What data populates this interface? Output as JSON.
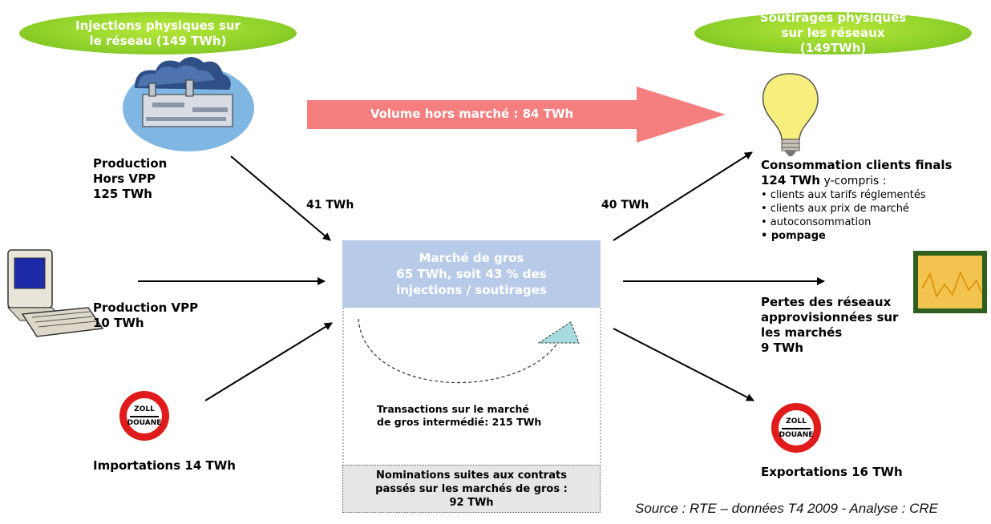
{
  "injections_pill": "Injections physiques sur le réseau (149 TWh)",
  "soutirages_pill": "Soutirages physiques sur les réseaux (149TWh)",
  "hors_marche_arrow": "Volume hors marché : 84 TWh",
  "production_hors_vpp": [
    "Production",
    "Hors VPP",
    "125 TWh"
  ],
  "production_vpp": [
    "Production VPP",
    "10 TWh"
  ],
  "importations": "Importations  14 TWh",
  "flow_in": "41 TWh",
  "flow_out": "40 TWh",
  "market": [
    "Marché de gros",
    "65 TWh, soit 43 % des",
    "injections / soutirages"
  ],
  "transactions": [
    "Transactions sur le marché",
    "de gros intermédié: 215 TWh"
  ],
  "nominations": [
    "Nominations suites aux contrats",
    "passés sur les marchés de gros :",
    "92 TWh"
  ],
  "consommation": {
    "title": "Consommation clients finals",
    "value": "124 TWh",
    "suffix": " y-compris :",
    "items": [
      "• clients aux tarifs réglementés",
      "• clients aux prix de marché",
      "• autoconsommation",
      "• pompage"
    ]
  },
  "pertes": [
    "Pertes des réseaux",
    "approvisionnées sur",
    "les marchés",
    "9 TWh"
  ],
  "exportations": "Exportations 16 TWh",
  "douane_sign": {
    "top": "ZOLL",
    "bottom": "DOUANE"
  },
  "source": "Source : RTE – données T4 2009 - Analyse : CRE",
  "colors": {
    "pill_green": "#8ed12a",
    "hors_marche_red": "#f27a7a",
    "market_blue": "#b7cbe8",
    "nomination_grey": "#e6e6e6"
  }
}
